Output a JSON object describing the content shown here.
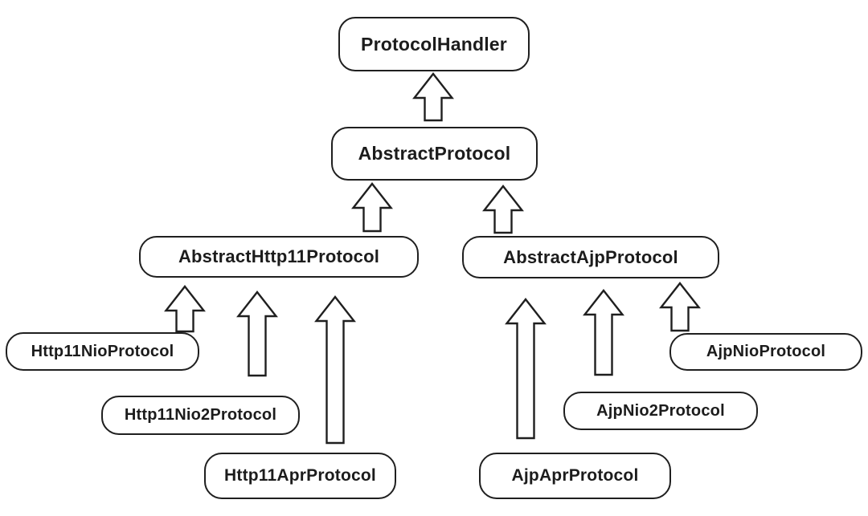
{
  "diagram": {
    "type": "class-inheritance-hierarchy",
    "nodes": [
      {
        "id": "ProtocolHandler",
        "label": "ProtocolHandler"
      },
      {
        "id": "AbstractProtocol",
        "label": "AbstractProtocol"
      },
      {
        "id": "AbstractHttp11Protocol",
        "label": "AbstractHttp11Protocol"
      },
      {
        "id": "AbstractAjpProtocol",
        "label": "AbstractAjpProtocol"
      },
      {
        "id": "Http11NioProtocol",
        "label": "Http11NioProtocol"
      },
      {
        "id": "Http11Nio2Protocol",
        "label": "Http11Nio2Protocol"
      },
      {
        "id": "Http11AprProtocol",
        "label": "Http11AprProtocol"
      },
      {
        "id": "AjpAprProtocol",
        "label": "AjpAprProtocol"
      },
      {
        "id": "AjpNio2Protocol",
        "label": "AjpNio2Protocol"
      },
      {
        "id": "AjpNioProtocol",
        "label": "AjpNioProtocol"
      }
    ],
    "edges": [
      {
        "from": "AbstractProtocol",
        "to": "ProtocolHandler"
      },
      {
        "from": "AbstractHttp11Protocol",
        "to": "AbstractProtocol"
      },
      {
        "from": "AbstractAjpProtocol",
        "to": "AbstractProtocol"
      },
      {
        "from": "Http11NioProtocol",
        "to": "AbstractHttp11Protocol"
      },
      {
        "from": "Http11Nio2Protocol",
        "to": "AbstractHttp11Protocol"
      },
      {
        "from": "Http11AprProtocol",
        "to": "AbstractHttp11Protocol"
      },
      {
        "from": "AjpAprProtocol",
        "to": "AbstractAjpProtocol"
      },
      {
        "from": "AjpNio2Protocol",
        "to": "AbstractAjpProtocol"
      },
      {
        "from": "AjpNioProtocol",
        "to": "AbstractAjpProtocol"
      }
    ],
    "colors": {
      "background": "#ffffff",
      "node_fill": "#ffffff",
      "node_border": "#1f1f1f",
      "text": "#1c1c1c",
      "arrow_fill": "#ffffff",
      "arrow_border": "#1f1f1f"
    }
  }
}
